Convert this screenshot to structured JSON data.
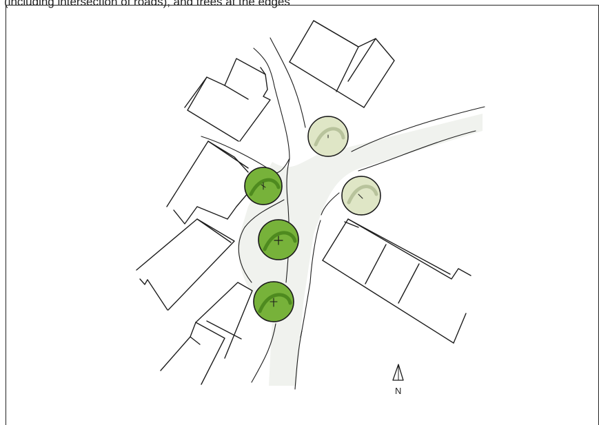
{
  "caption": {
    "text": "(including intersection of roads), and trees at the edges"
  },
  "sketch": {
    "north_label": "N",
    "colors": {
      "ink": "#1c1c1c",
      "tree_green": "#77b23a",
      "tree_green_dark": "#4e8a1f",
      "tree_pale": "#dfe6c6",
      "tree_pale_dark": "#b8c39c",
      "road_wash": "#f0f2ee"
    },
    "trees": [
      {
        "id": "tree-1",
        "style": "pale"
      },
      {
        "id": "tree-2",
        "style": "pale"
      },
      {
        "id": "tree-3",
        "style": "green"
      },
      {
        "id": "tree-4",
        "style": "green"
      },
      {
        "id": "tree-5",
        "style": "green"
      }
    ]
  }
}
